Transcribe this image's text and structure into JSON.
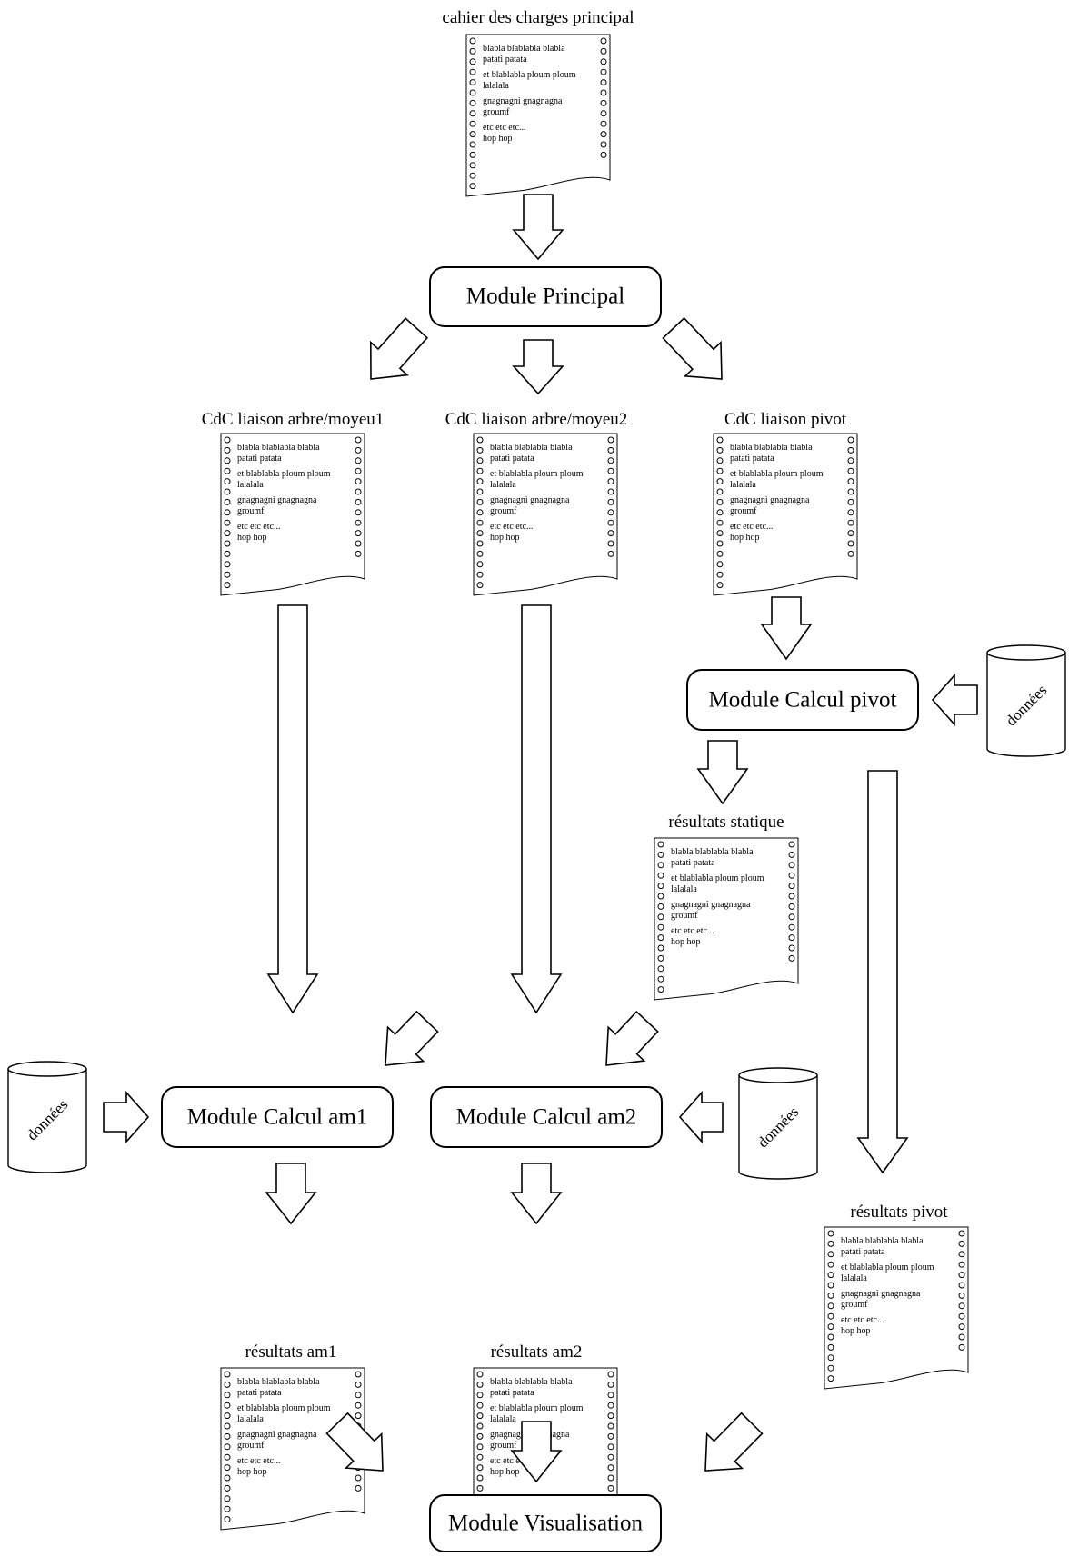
{
  "modules": {
    "principal": "Module Principal",
    "calcul_pivot": "Module Calcul pivot",
    "calcul_am1": "Module Calcul am1",
    "calcul_am2": "Module Calcul am2",
    "visualisation": "Module Visualisation"
  },
  "documents": {
    "cahier_principal": "cahier des charges principal",
    "cdc_moyeu1": "CdC liaison arbre/moyeu1",
    "cdc_moyeu2": "CdC liaison arbre/moyeu2",
    "cdc_pivot": "CdC liaison pivot",
    "resultats_statique": "résultats statique",
    "resultats_am1": "résultats am1",
    "resultats_am2": "résultats am2",
    "resultats_pivot": "résultats pivot"
  },
  "document_body": [
    "blabla blablabla blabla",
    "patati patata",
    "et blablabla ploum ploum",
    "lalalala",
    "gnagnagni gnagnagna",
    "groumf",
    "etc etc etc...",
    "hop hop"
  ],
  "database_label": "données"
}
